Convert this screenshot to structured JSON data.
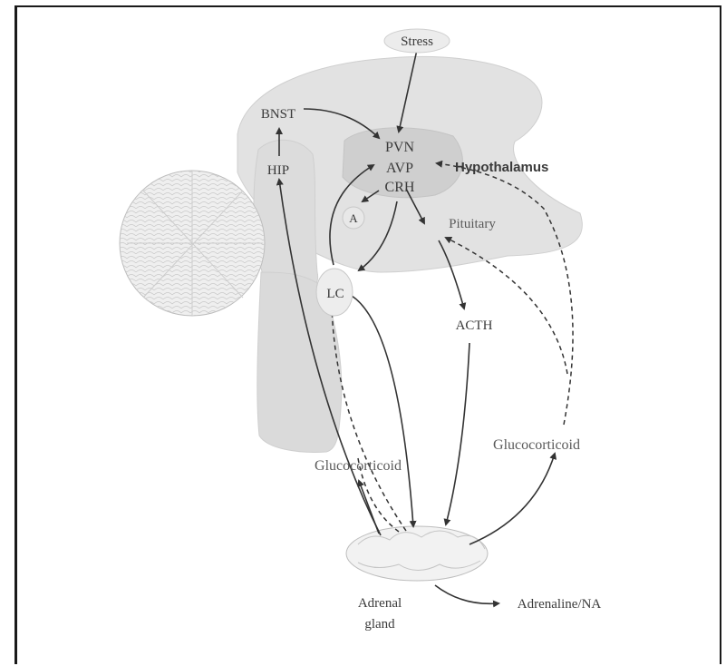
{
  "diagram": {
    "labels": {
      "stress": "Stress",
      "bnst": "BNST",
      "pvn": "PVN",
      "avp": "AVP",
      "crh": "CRH",
      "a": "A",
      "hypothalamus": "Hypothalamus",
      "hip": "HIP",
      "pituitary": "Pituitary",
      "lc": "LC",
      "acth": "ACTH",
      "glucocorticoid_left": "Glucocorticoid",
      "glucocorticoid_right": "Glucocorticoid",
      "adrenal_line1": "Adrenal",
      "adrenal_line2": "gland",
      "adrenaline": "Adrenaline/NA"
    }
  }
}
